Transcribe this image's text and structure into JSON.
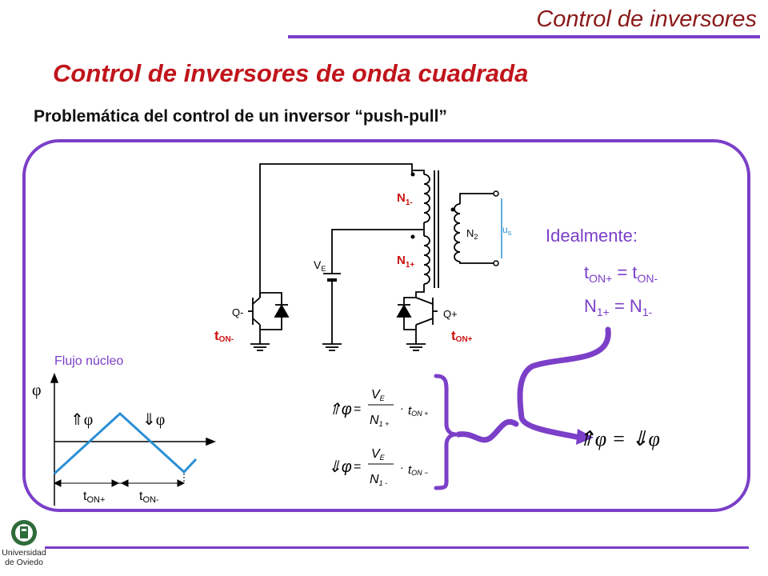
{
  "header": {
    "title": "Control de inversores"
  },
  "slide": {
    "title": "Control de inversores de onda cuadrada",
    "subtitle": "Problemática del control de un inversor “push-pull”"
  },
  "circuit": {
    "winding_n1_minus": "N",
    "winding_n1_minus_sub": "1-",
    "winding_n1_plus": "N",
    "winding_n1_plus_sub": "1+",
    "winding_n2": "N",
    "winding_n2_sub": "2",
    "output_voltage": "u",
    "output_voltage_sub": "s",
    "source": "V",
    "source_sub": "E",
    "switch_left": "Q-",
    "switch_right": "Q+",
    "ton_left": "t",
    "ton_left_sub": "ON-",
    "ton_right": "t",
    "ton_right_sub": "ON+"
  },
  "ideal": {
    "label": "Idealmente:",
    "eq1_a": "t",
    "eq1_a_sub": "ON+",
    "eq1_mid": " = t",
    "eq1_b_sub": "ON-",
    "eq2_a": "N",
    "eq2_a_sub": "1+",
    "eq2_mid": " = N",
    "eq2_b_sub": "1-"
  },
  "flux_plot": {
    "label": "Flujo núcleo",
    "y_symbol": "φ",
    "rise_label": "⇑φ",
    "fall_label": "⇓φ",
    "t1": "t",
    "t1_sub": "ON+",
    "t2": "t",
    "t2_sub": "ON-"
  },
  "formulas": {
    "up_lhs": "⇑φ",
    "down_lhs": "⇓φ",
    "equals": "=",
    "num": "V",
    "num_sub": "E",
    "den": "N",
    "den_sub_plus": "1 +",
    "den_sub_minus": "1 -",
    "dot": "·",
    "t": "t",
    "t_sub_plus": "ON +",
    "t_sub_minus": "ON −",
    "result": "⇑φ = ⇓φ"
  },
  "footer": {
    "university_line1": "Universidad",
    "university_line2": "de Oviedo"
  },
  "colors": {
    "accent": "#7b3fc8",
    "title_red": "#c0151b",
    "circuit_red": "#cc1111",
    "plot_blue": "#2b8fd6"
  }
}
